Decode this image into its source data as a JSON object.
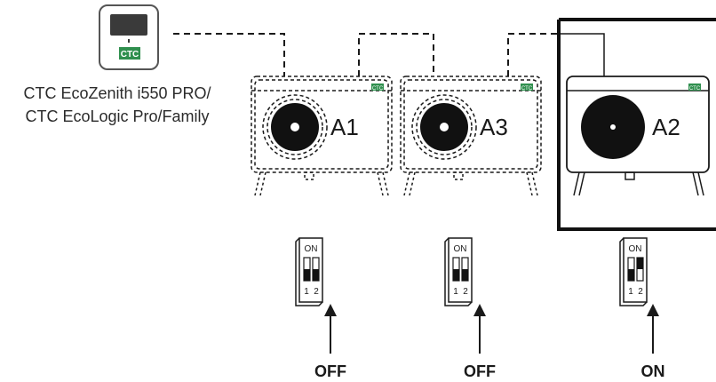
{
  "controller": {
    "logo": "CTC",
    "caption_line1": "CTC EcoZenith i550 PRO/",
    "caption_line2": "CTC EcoLogic Pro/Family"
  },
  "units": [
    {
      "id": "A1",
      "label": "A1",
      "badge": "CTC",
      "style": "dashed",
      "dip_on_label": "ON",
      "dip_1": "1",
      "dip_2": "2",
      "switch_state": "OFF"
    },
    {
      "id": "A3",
      "label": "A3",
      "badge": "CTC",
      "style": "dashed",
      "dip_on_label": "ON",
      "dip_1": "1",
      "dip_2": "2",
      "switch_state": "OFF"
    },
    {
      "id": "A2",
      "label": "A2",
      "badge": "CTC",
      "style": "solid",
      "highlighted": true,
      "dip_on_label": "ON",
      "dip_1": "1",
      "dip_2": "2",
      "switch_state": "ON"
    }
  ],
  "colors": {
    "brand_green": "#2f8f4e",
    "line": "#1a1a1a"
  }
}
